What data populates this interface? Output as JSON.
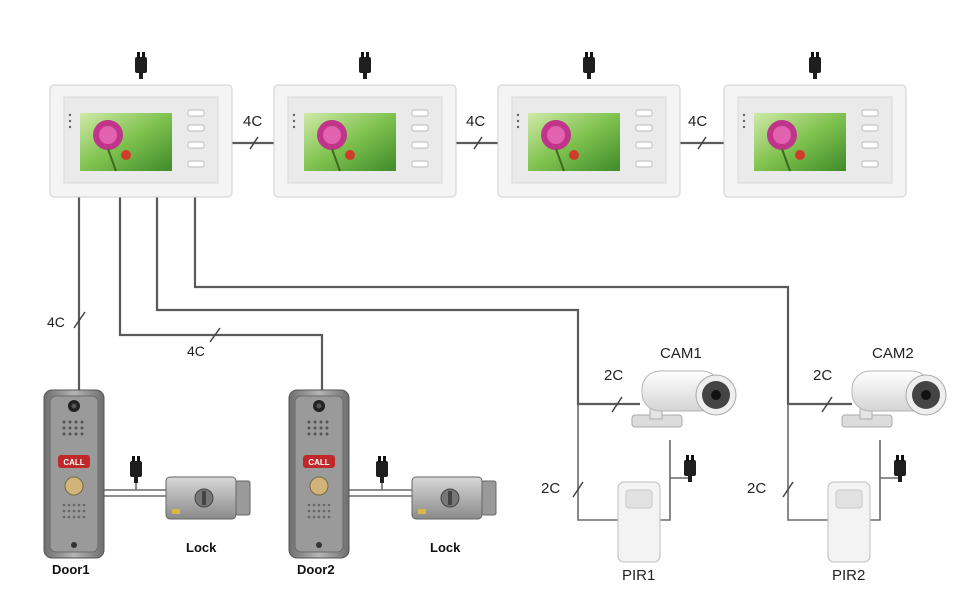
{
  "wire_labels": {
    "monitor_link_1": "4C",
    "monitor_link_2": "4C",
    "monitor_link_3": "4C",
    "door1_wire": "4C",
    "door2_wire": "4C",
    "cam1_wire": "2C",
    "pir1_wire": "2C",
    "cam2_wire": "2C",
    "pir2_wire": "2C"
  },
  "devices": {
    "cam1": "CAM1",
    "cam2": "CAM2",
    "pir1": "PIR1",
    "pir2": "PIR2",
    "door1": "Door1",
    "door2": "Door2",
    "lock1": "Lock",
    "lock2": "Lock",
    "door_call_button": "CALL"
  },
  "monitors": [
    {
      "id": "monitor-1"
    },
    {
      "id": "monitor-2"
    },
    {
      "id": "monitor-3"
    },
    {
      "id": "monitor-4"
    }
  ],
  "colors": {
    "wire": "#5a5a5a",
    "monitor_frame": "#f4f4f4",
    "door_panel": "#8e8e8e",
    "call_button": "#c0282a",
    "lock_body": "#a9a9a9"
  }
}
